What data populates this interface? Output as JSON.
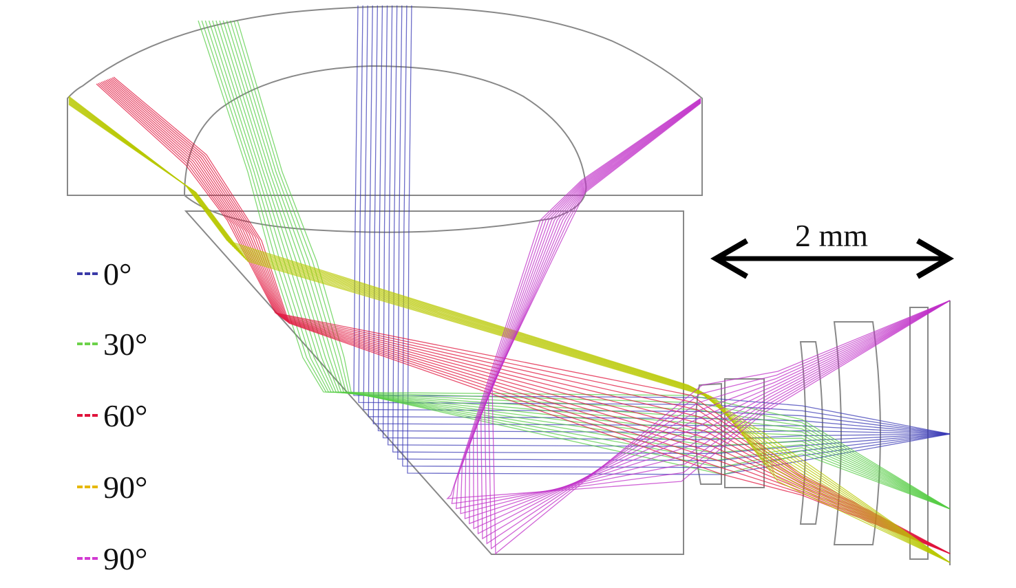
{
  "scale_bar": {
    "label": "2 mm",
    "color": "#000000"
  },
  "legend": [
    {
      "label": "0°",
      "color": "#3a3aa8"
    },
    {
      "label": "30°",
      "color": "#6cd24a"
    },
    {
      "label": "60°",
      "color": "#e0143c"
    },
    {
      "label": "90°",
      "color": "#e6b800"
    },
    {
      "label": "90°",
      "color": "#d23ad2"
    }
  ],
  "beam_colors": {
    "blue": "#3b3bb5",
    "green": "#55cc44",
    "red": "#e0143c",
    "yellow": "#b8c800",
    "magenta": "#c030c8"
  },
  "outline_color": "#888888"
}
